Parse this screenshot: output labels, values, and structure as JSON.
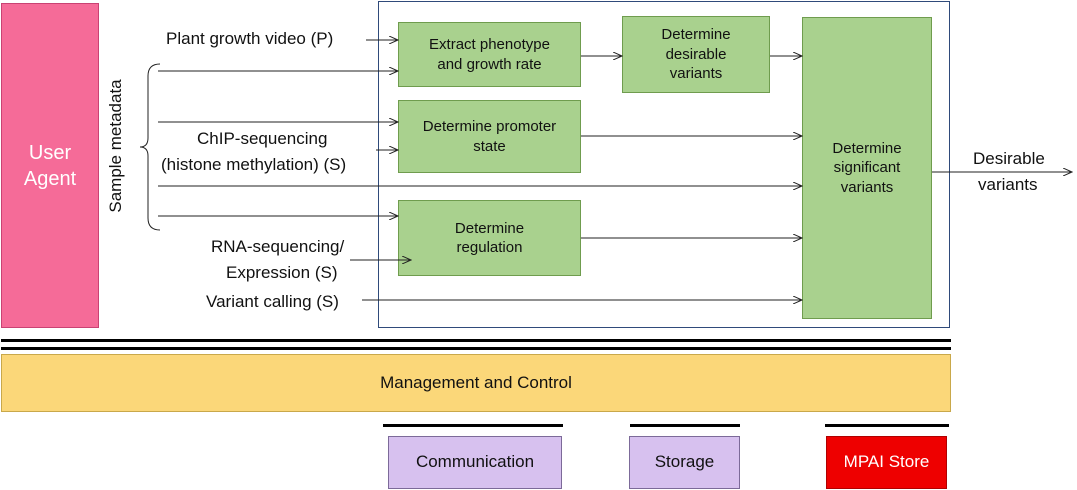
{
  "user_agent": {
    "label_line1": "User",
    "label_line2": "Agent"
  },
  "sample_metadata_label": "Sample metadata",
  "inputs": {
    "plant_video": "Plant growth video (P)",
    "chip_line1": "ChIP-sequencing",
    "chip_line2": "(histone methylation) (S)",
    "rna_line1": "RNA-sequencing/",
    "rna_line2": "Expression (S)",
    "variant_calling": "Variant calling (S)"
  },
  "modules": {
    "extract": {
      "line1": "Extract phenotype",
      "line2": "and growth rate"
    },
    "desirable": {
      "line1": "Determine",
      "line2": "desirable",
      "line3": "variants"
    },
    "promoter": {
      "line1": "Determine promoter",
      "line2": "state"
    },
    "regulation": {
      "line1": "Determine",
      "line2": "regulation"
    },
    "significant": {
      "line1": "Determine",
      "line2": "significant",
      "line3": "variants"
    }
  },
  "output": {
    "line1": "Desirable",
    "line2": "variants"
  },
  "management": "Management and Control",
  "services": {
    "communication": "Communication",
    "storage": "Storage",
    "mpai_store": "MPAI Store"
  },
  "colors": {
    "user_agent": "#f56b98",
    "module_green": "#a9d18e",
    "management": "#fbd779",
    "service_purple": "#d7c1ef",
    "mpai_red": "#ee0000",
    "frame_blue": "#2f4a7a"
  }
}
